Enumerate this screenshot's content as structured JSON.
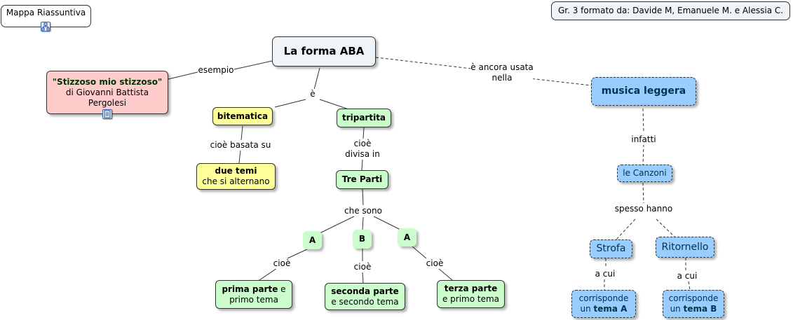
{
  "summary_button": {
    "label": "Mappa Riassuntiva",
    "icon": "hierarchy-icon"
  },
  "credits": {
    "text": "Gr. 3 formato da: Davide M, Emanuele M. e Alessia C."
  },
  "nodes": {
    "root": "La forma ABA",
    "example_title": "\"Stizzoso mio stizzoso\"",
    "example_author": "di Giovanni Battista Pergolesi",
    "example_icon": "note-icon",
    "bitematica": "bitematica",
    "tripartita": "tripartita",
    "due_temi_bold": "due temi",
    "due_temi_rest": "che si alternano",
    "tre_parti": "Tre Parti",
    "part_a1": "A",
    "part_b": "B",
    "part_a2": "A",
    "prima_bold": "prima parte",
    "prima_rest1": " e",
    "prima_rest2": "primo tema",
    "seconda_bold": "seconda parte",
    "seconda_rest": "e secondo tema",
    "terza_bold": "terza parte",
    "terza_rest": "e primo tema",
    "musica": "musica leggera",
    "canzoni": "le Canzoni",
    "strofa": "Strofa",
    "ritornello": "Ritornello",
    "corr_a_line1": "corrisponde",
    "corr_a_pre": "un ",
    "corr_a_bold": "tema A",
    "corr_b_line1": "corrisponde",
    "corr_b_pre": "un ",
    "corr_b_bold": "tema B"
  },
  "labels": {
    "esempio": "esempio",
    "e": "è",
    "ancora_line1": "è ancora usata",
    "ancora_line2": "nella",
    "cioe_basata": "cioè basata su",
    "cioe_divisa_line1": "cioè",
    "cioe_divisa_line2": "divisa in",
    "che_sono": "che sono",
    "cioe_1": "cioè",
    "cioe_2": "cioè",
    "cioe_3": "cioè",
    "infatti": "infatti",
    "spesso_hanno": "spesso hanno",
    "a_cui_1": "a cui",
    "a_cui_2": "a cui"
  },
  "colors": {
    "green": "#cbfccb",
    "yellow": "#ffff99",
    "pink": "#ffcccc",
    "blue": "#99ccff",
    "pale": "#eef4f7",
    "text_dark_green": "#003300",
    "text_dark_blue": "#00334d"
  }
}
